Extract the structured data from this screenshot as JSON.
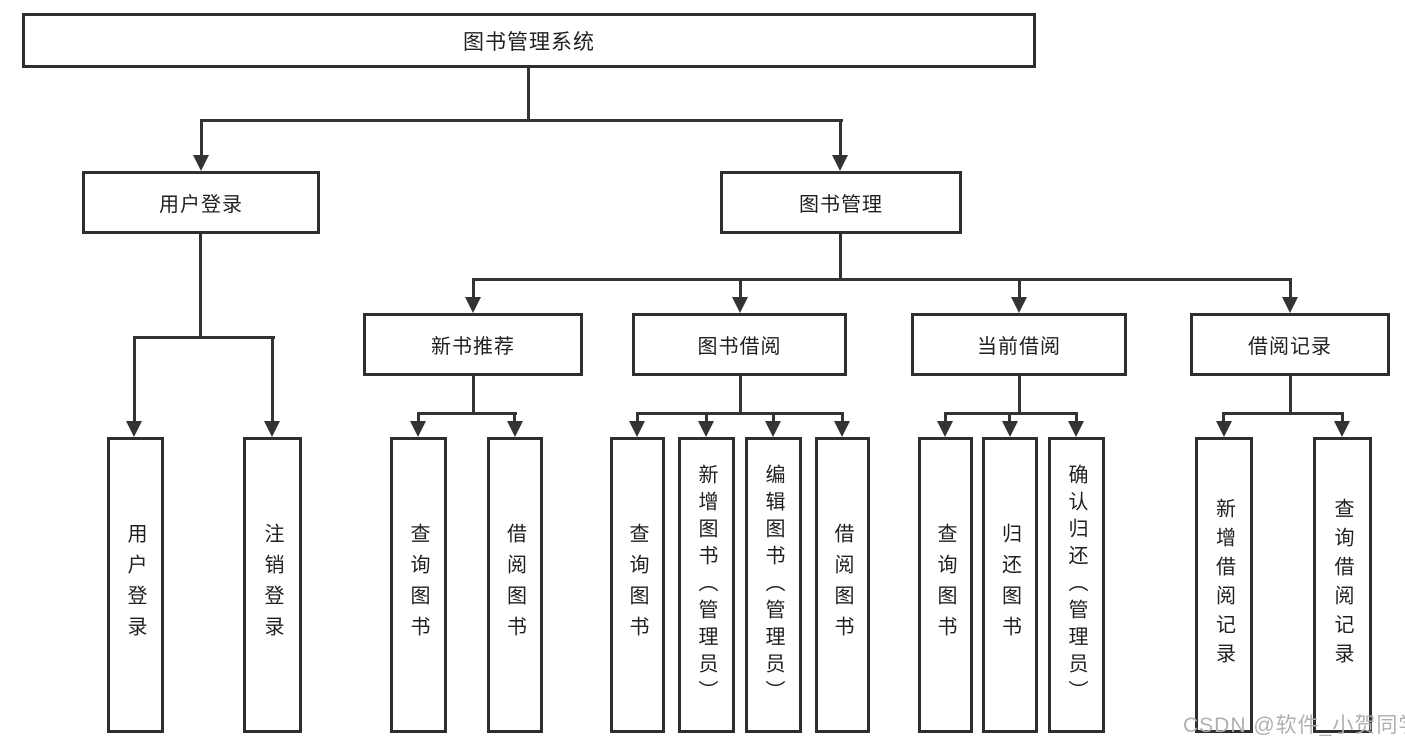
{
  "tree": {
    "label": "图书管理系统",
    "children": [
      {
        "label": "用户登录",
        "children": [
          {
            "label": "用户登录"
          },
          {
            "label": "注销登录"
          }
        ]
      },
      {
        "label": "图书管理",
        "children": [
          {
            "label": "新书推荐",
            "children": [
              {
                "label": "查询图书"
              },
              {
                "label": "借阅图书"
              }
            ]
          },
          {
            "label": "图书借阅",
            "children": [
              {
                "label": "查询图书"
              },
              {
                "label": "新增图书（管理员）"
              },
              {
                "label": "编辑图书（管理员）"
              },
              {
                "label": "借阅图书"
              }
            ]
          },
          {
            "label": "当前借阅",
            "children": [
              {
                "label": "查询图书"
              },
              {
                "label": "归还图书"
              },
              {
                "label": "确认归还（管理员）"
              }
            ]
          },
          {
            "label": "借阅记录",
            "children": [
              {
                "label": "新增借阅记录"
              },
              {
                "label": "查询借阅记录"
              }
            ]
          }
        ]
      }
    ]
  },
  "watermark": {
    "text": "CSDN @软件_小贺同学"
  },
  "colors": {
    "line": "#333333",
    "box_border": "#2e2e2e",
    "box_fill": "#ffffff",
    "text": "#1f1f1f",
    "watermark": "#b0b0b0",
    "background": "#ffffff"
  }
}
